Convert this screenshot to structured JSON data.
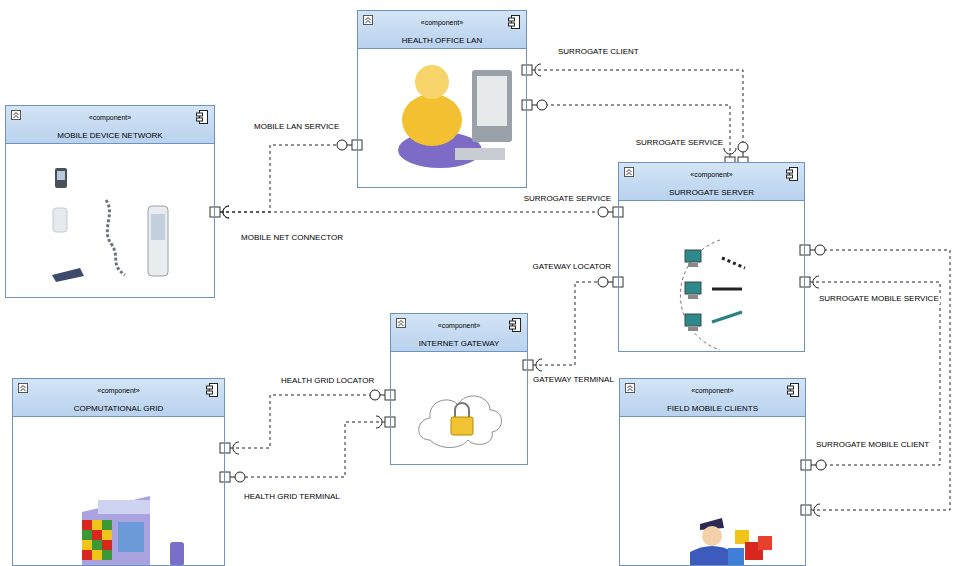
{
  "diagram": {
    "nodes": [
      {
        "text": [
          "«component»",
          "HEALTH OFFICE LAN"
        ]
      },
      {
        "text": [
          "«component»",
          "MOBILE DEVICE NETWORK"
        ]
      },
      {
        "text": [
          "«component»",
          "SURROGATE SERVER"
        ]
      },
      {
        "text": [
          "«component»",
          "INTERNET GATEWAY"
        ]
      },
      {
        "text": [
          "«component»",
          "COPMUTATIONAL GRID"
        ]
      },
      {
        "text": [
          "«component»",
          "FIELD MOBILE CLIENTS"
        ]
      }
    ],
    "edges": [
      {
        "from": 1,
        "to": 0,
        "arrow": "to",
        "label": "MOBILE LAN SERVICE"
      },
      {
        "from": 1,
        "to": 2,
        "arrow": "to",
        "label": "SURROGATE SERVICE"
      },
      {
        "from": 0,
        "to": 2,
        "arrow": "to",
        "label": "SURROGATE CLIENT"
      },
      {
        "from": 2,
        "to": 0,
        "arrow": "to",
        "label": "SURROGATE SERVICE"
      },
      {
        "from": 3,
        "to": 2,
        "arrow": "to",
        "label": "GATEWAY LOCATOR"
      },
      {
        "from": 4,
        "to": 3,
        "arrow": "to",
        "label": "HEALTH GRID LOCATOR"
      },
      {
        "from": 3,
        "to": 4,
        "arrow": "to",
        "label": "HEALTH GRID TERMINAL"
      },
      {
        "from": 2,
        "to": 5,
        "arrow": "to",
        "label": "SURROGATE MOBILE CLIENT"
      },
      {
        "from": 5,
        "to": 2,
        "arrow": "to",
        "label": "SURROGATE MOBILE SERVICE"
      }
    ],
    "labels": [
      "MOBILE NET CONNECTOR",
      "GATEWAY TERMINAL"
    ]
  }
}
